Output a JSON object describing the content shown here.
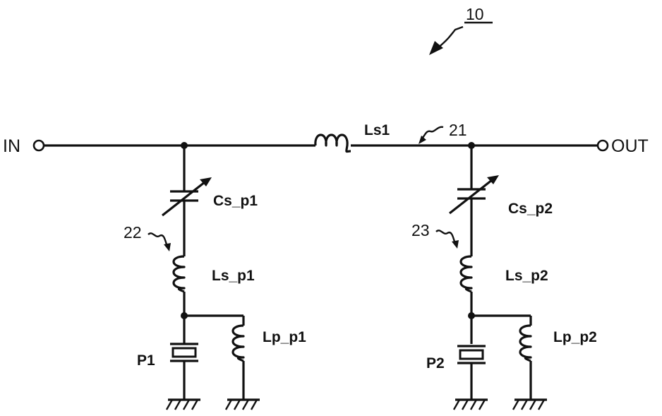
{
  "figure": {
    "ref_number": "10",
    "terminals": {
      "input": "IN",
      "output": "OUT"
    },
    "node_refs": {
      "series_node": "21",
      "branch1": "22",
      "branch2": "23"
    },
    "components": {
      "series_inductor": "Ls1",
      "var_cap_1": "Cs_p1",
      "series_ind_1": "Ls_p1",
      "resonator_1": "P1",
      "parallel_ind_1": "Lp_p1",
      "var_cap_2": "Cs_p2",
      "series_ind_2": "Ls_p2",
      "resonator_2": "P2",
      "parallel_ind_2": "Lp_p2"
    }
  }
}
